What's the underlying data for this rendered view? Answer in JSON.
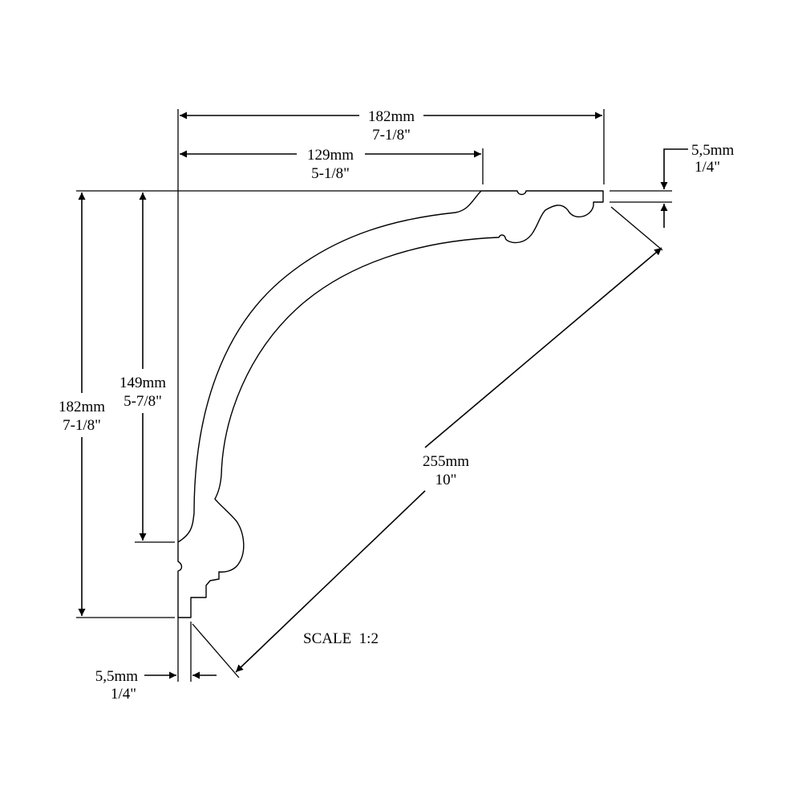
{
  "dimensions": {
    "top_overall": {
      "mm": "182mm",
      "inch": "7-1/8\""
    },
    "top_inner": {
      "mm": "129mm",
      "inch": "5-1/8\""
    },
    "right_thickness": {
      "mm": "5,5mm",
      "inch": "1/4\""
    },
    "left_overall": {
      "mm": "182mm",
      "inch": "7-1/8\""
    },
    "left_inner": {
      "mm": "149mm",
      "inch": "5-7/8\""
    },
    "diagonal": {
      "mm": "255mm",
      "inch": "10\""
    },
    "bottom_thickness": {
      "mm": "5,5mm",
      "inch": "1/4\""
    }
  },
  "scale_label": "SCALE  1:2"
}
